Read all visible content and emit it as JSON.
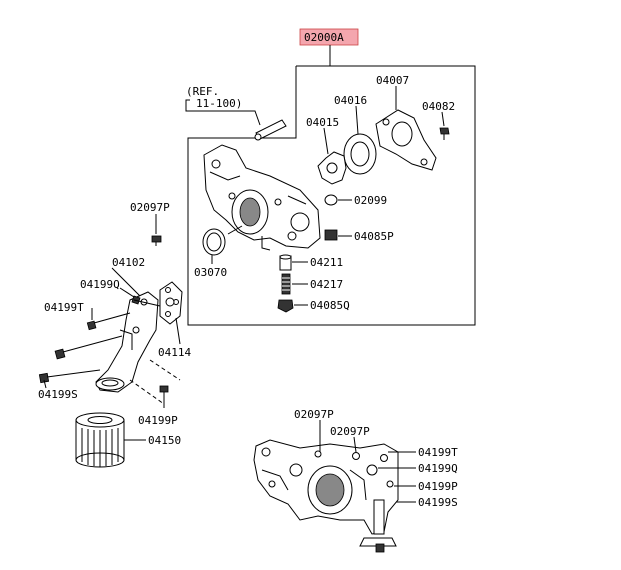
{
  "assembly_label": "02000A",
  "ref_note": {
    "line1": "(REF.",
    "line2": "11-100)"
  },
  "parts": {
    "p04007": "04007",
    "p04016": "04016",
    "p04082": "04082",
    "p04015": "04015",
    "p02099": "02099",
    "p04085P": "04085P",
    "p03070": "03070",
    "p04211": "04211",
    "p04217": "04217",
    "p04085Q": "04085Q",
    "p02097P_a": "02097P",
    "p04102": "04102",
    "p04199Q_a": "04199Q",
    "p04199T_a": "04199T",
    "p04114": "04114",
    "p04199S_a": "04199S",
    "p04199P_a": "04199P",
    "p04150": "04150",
    "p02097P_b": "02097P",
    "p02097P_c": "02097P",
    "p04199T_b": "04199T",
    "p04199Q_b": "04199Q",
    "p04199P_b": "04199P",
    "p04199S_b": "04199S"
  },
  "colors": {
    "highlight": "#f4a6ae",
    "line": "#000000"
  }
}
